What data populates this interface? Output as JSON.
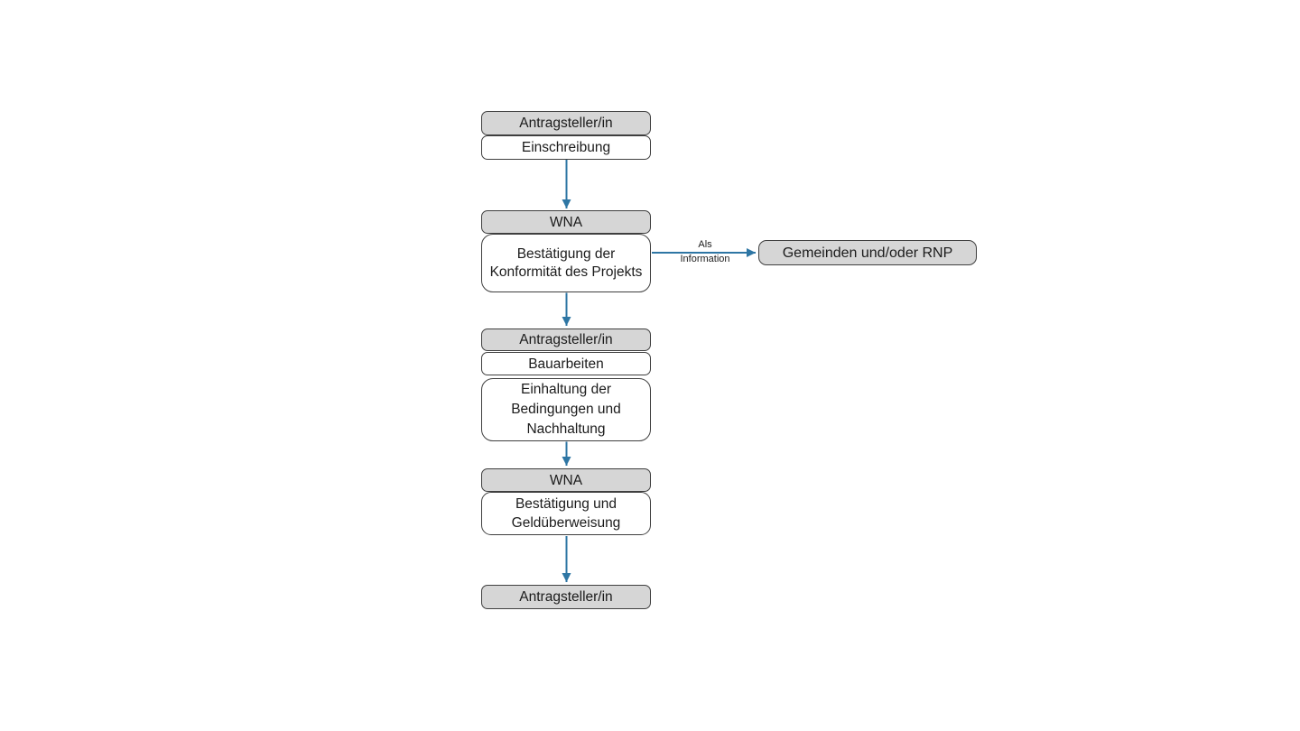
{
  "flowchart": {
    "groups": [
      {
        "header": "Antragsteller/in",
        "body": "Einschreibung"
      },
      {
        "header": "WNA",
        "body": "Bestätigung der Konformität des Projekts"
      },
      {
        "header": "Antragsteller/in",
        "body": "Bauarbeiten",
        "body2": "Einhaltung der Bedingungen und Nachhaltung"
      },
      {
        "header": "WNA",
        "body": "Bestätigung und Geldüberweisung"
      },
      {
        "header": "Antragsteller/in"
      }
    ],
    "side_box_label": "Gemeinden und/oder RNP",
    "edge_label_line1": "Als",
    "edge_label_line2": "Information",
    "colors": {
      "arrow": "#2e76a4",
      "header_fill": "#d6d6d6",
      "body_fill": "#ffffff",
      "border": "#3f3f3f",
      "text": "#1b1b1b"
    }
  }
}
